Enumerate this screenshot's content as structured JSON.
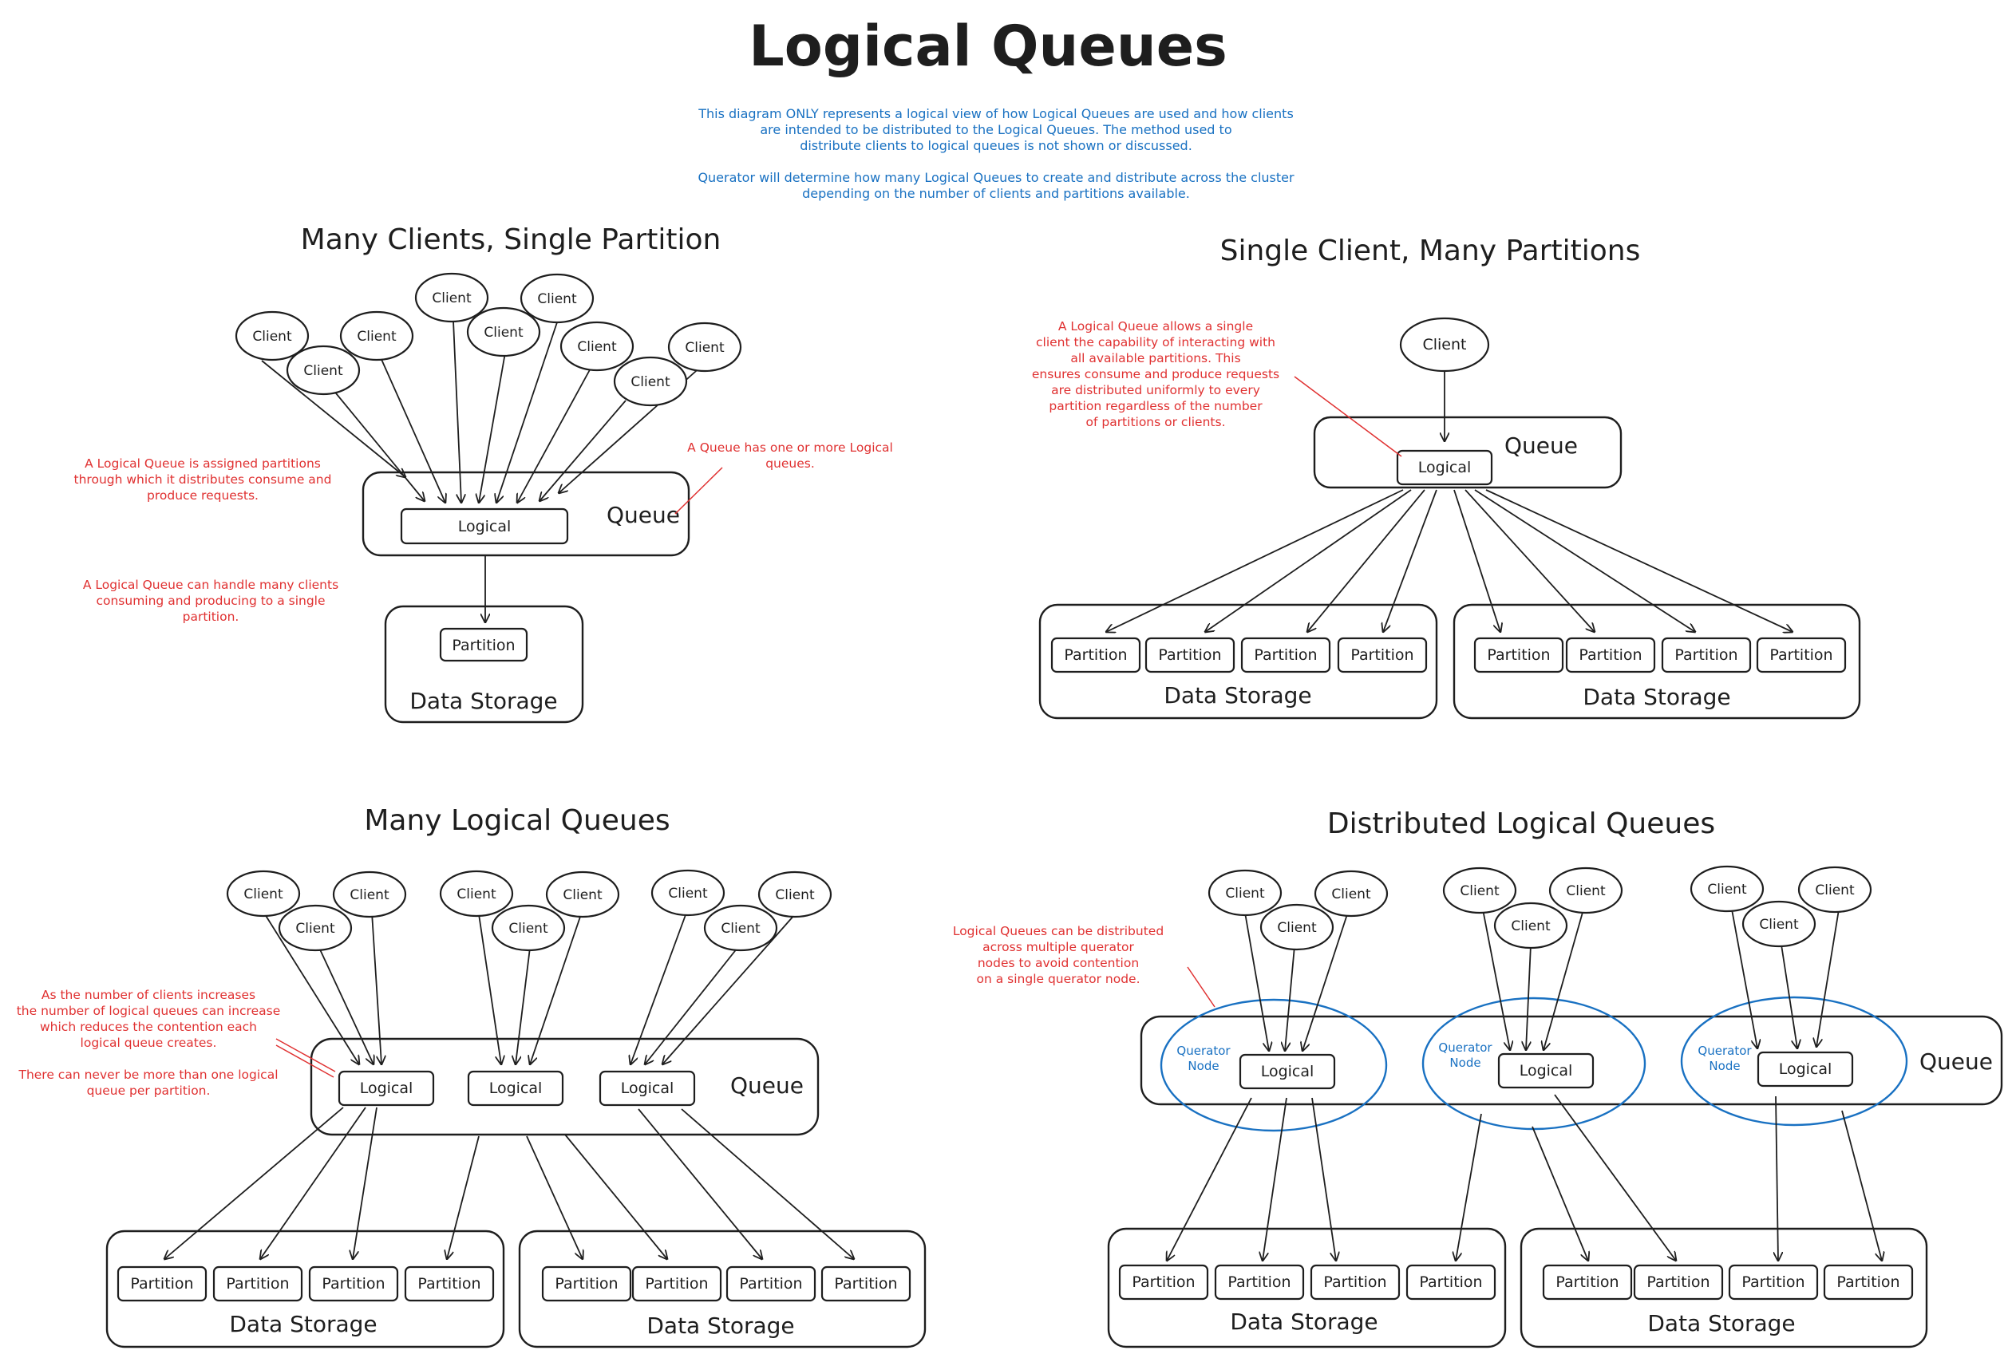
{
  "title": "Logical Queues",
  "intro": {
    "paragraph1": [
      "This diagram ONLY represents a logical view of how Logical Queues are used and how clients",
      "are intended to be distributed to the Logical Queues. The method used to",
      "distribute clients to logical queues is not shown or discussed."
    ],
    "paragraph2": [
      "Querator will determine how many Logical Queues to create and distribute across the cluster",
      "depending on the number of clients and partitions available."
    ]
  },
  "labels": {
    "client": "Client",
    "logical": "Logical",
    "partition": "Partition",
    "queue": "Queue",
    "data_storage": "Data Storage",
    "querator_node": [
      "Querator",
      "Node"
    ]
  },
  "sections": {
    "s1": {
      "title": "Many Clients, Single Partition",
      "note_assigned": [
        "A Logical Queue is assigned partitions",
        "through which it distributes consume and",
        "produce requests."
      ],
      "note_many_clients": [
        "A Logical Queue can handle many clients",
        "consuming and producing to a single",
        "partition."
      ],
      "note_queue": [
        "A Queue has one or more Logical",
        "queues."
      ]
    },
    "s2": {
      "title": "Single Client, Many Partitions",
      "note": [
        "A Logical Queue allows a single",
        "client the capability of interacting with",
        "all available partitions. This",
        "ensures consume and produce requests",
        "are distributed uniformly to every",
        "partition regardless of the number",
        "of partitions or clients."
      ]
    },
    "s3": {
      "title": "Many Logical Queues",
      "note_a": [
        "As the number of clients increases",
        "the number of logical queues can increase",
        "which reduces the contention each",
        "logical queue creates."
      ],
      "note_b": [
        "There can never be more than one logical",
        "queue per partition."
      ]
    },
    "s4": {
      "title": "Distributed Logical Queues",
      "note": [
        "Logical Queues can be distributed",
        "across multiple querator",
        "nodes to avoid contention",
        "on a single querator node."
      ]
    }
  },
  "colors": {
    "ink": "#1e1e1e",
    "info_blue": "#1971c2",
    "note_red": "#e03131"
  }
}
